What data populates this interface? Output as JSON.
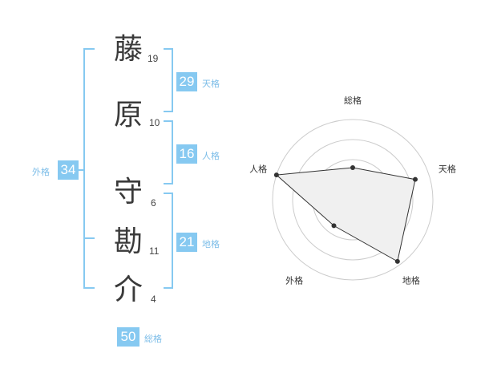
{
  "characters": [
    {
      "char": "藤",
      "strokes": "19"
    },
    {
      "char": "原",
      "strokes": "10"
    },
    {
      "char": "守",
      "strokes": "6"
    },
    {
      "char": "勘",
      "strokes": "11"
    },
    {
      "char": "介",
      "strokes": "4"
    }
  ],
  "kakusu": {
    "tenkaku": {
      "value": "29",
      "label": "天格"
    },
    "jinkaku": {
      "value": "16",
      "label": "人格"
    },
    "chikaku": {
      "value": "21",
      "label": "地格"
    },
    "gaikaku": {
      "value": "34",
      "label": "外格"
    },
    "soukaku": {
      "value": "50",
      "label": "総格"
    }
  },
  "colors": {
    "accent": "#86c9f1",
    "label": "#7cbde8",
    "ring": "#cccccc",
    "polygon_fill": "#f0f0f0"
  },
  "chart_data": {
    "type": "radar",
    "axes": [
      "総格",
      "天格",
      "地格",
      "外格",
      "人格"
    ],
    "values": [
      0.4,
      0.82,
      0.95,
      0.4,
      1.0
    ],
    "rings": 4
  }
}
